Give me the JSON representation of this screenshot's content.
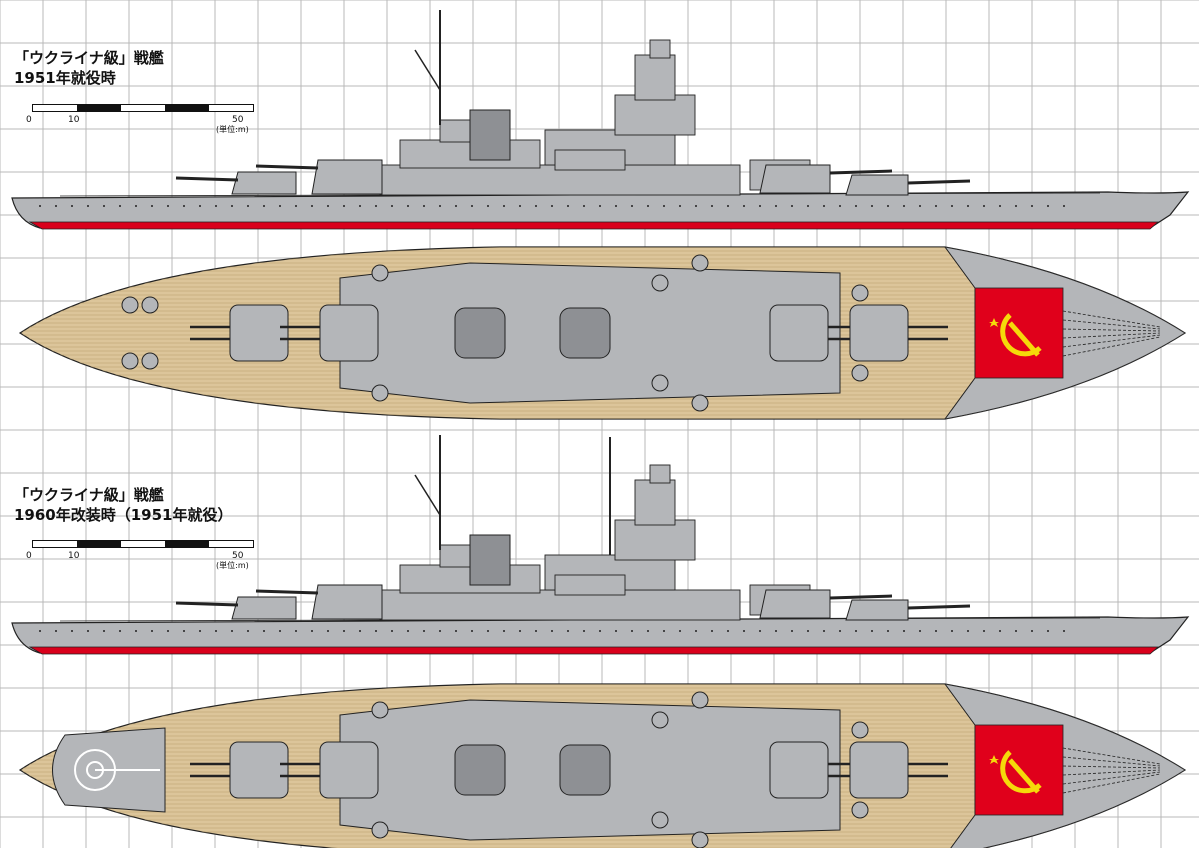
{
  "colors": {
    "grid": "#b8b8b8",
    "hull": "#b4b6b9",
    "hull_dark": "#8e9094",
    "outline": "#222222",
    "waterline": "#d9001b",
    "deck_wood": "#dcc59a",
    "deck_plank": "#b89d6a",
    "flag_red": "#e0001b",
    "flag_gold": "#f5d90a"
  },
  "drawings": [
    {
      "title_line1": "「ウクライナ級」戦艦",
      "title_line2": "1951年就役時",
      "scale": {
        "ticks": [
          "0",
          "10",
          "50"
        ],
        "unit": "(単位:m)"
      },
      "stern_helipad": false
    },
    {
      "title_line1": "「ウクライナ級」戦艦",
      "title_line2": "1960年改装時（1951年就役）",
      "scale": {
        "ticks": [
          "0",
          "10",
          "50"
        ],
        "unit": "(単位:m)"
      },
      "stern_helipad": true
    }
  ]
}
